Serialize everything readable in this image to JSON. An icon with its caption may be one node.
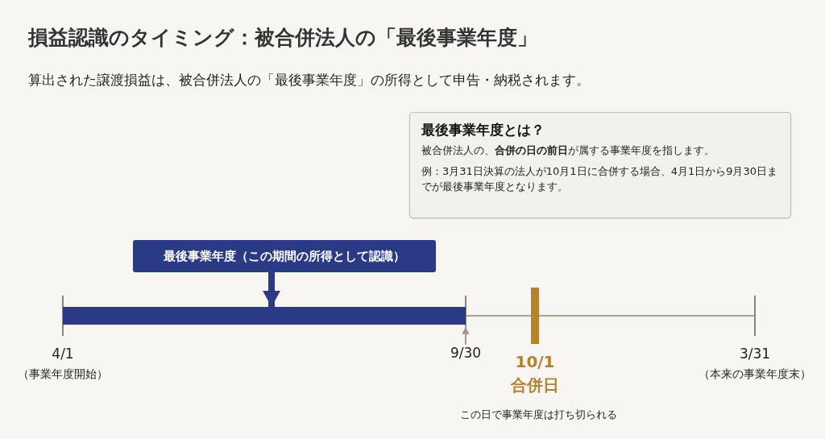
{
  "diagram": {
    "title": "損益認識のタイミング：被合併法人の「最後事業年度」",
    "caption": "算出された譲渡損益は、被合併法人の「最後事業年度」の所得として申告・納税されます。",
    "nodes": [
      {
        "text": [
          "最後事業年度とは？",
          "被合併法人の、**合併の日の前日**が属する事業年度を指します。",
          "例：3月31日決算の法人が10月1日に合併する場合、4月1日から9月30日までが最後事業年度となります。"
        ]
      },
      {
        "text": [
          "最後事業年度（この期間の所得として認識）"
        ]
      },
      {
        "text": [],
        "shape": "bar"
      },
      {
        "text": [
          "9/30"
        ]
      }
    ],
    "edges": [
      {
        "from": 1,
        "to": 2,
        "arrow": "to",
        "style": "thick"
      },
      {
        "from": 3,
        "to": null,
        "arrow": "to",
        "color": "#a09890"
      }
    ],
    "labels": [
      "4/1",
      "（事業年度開始）",
      "10/1",
      "合併日",
      "3/31",
      "（本来の事業年度末）",
      "この日で事業年度は打ち切られる"
    ]
  }
}
